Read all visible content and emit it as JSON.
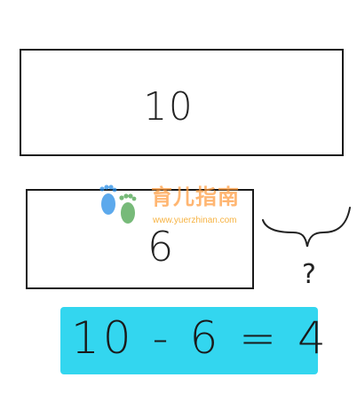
{
  "diagram": {
    "top_box_value": "10",
    "bottom_box_value": "6",
    "question_mark": "?",
    "equation": "10 - 6 = 4"
  },
  "watermark": {
    "title": "育儿指南",
    "url": "www.yuerzhinan.com",
    "logo_icon": "footprints-icon"
  },
  "colors": {
    "highlight": "#22d3ee",
    "ink": "#1a1a1a",
    "watermark_orange": "#ff9a3c",
    "watermark_blue": "#1e88e5",
    "watermark_green": "#43a047"
  }
}
